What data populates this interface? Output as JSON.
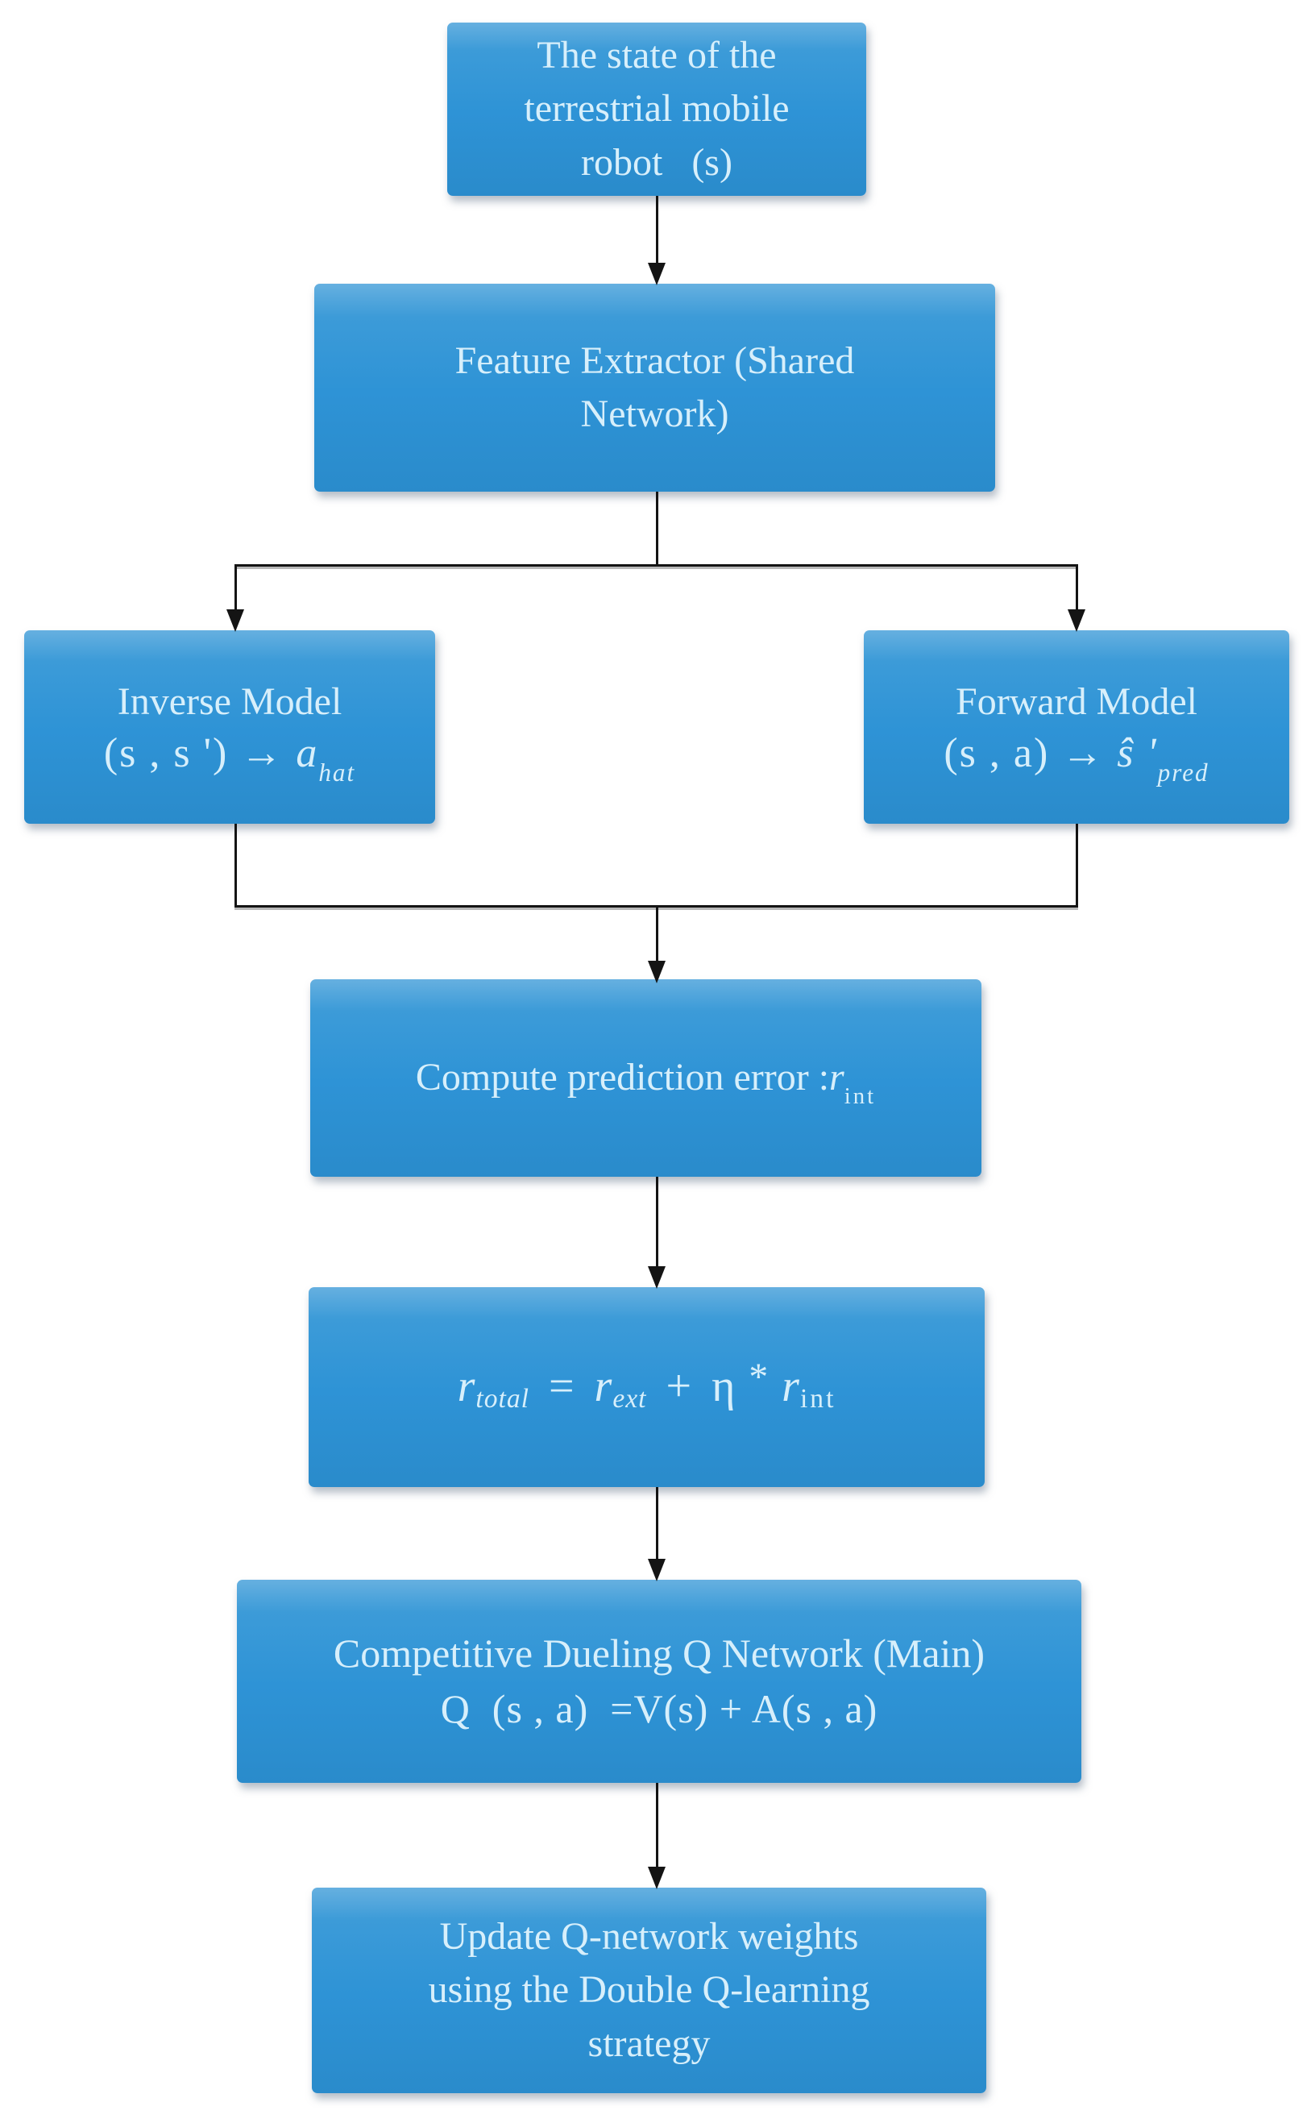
{
  "colors": {
    "box_blue": "#2e93d6",
    "box_blue_light": "#66b0e0",
    "box_blue_mid": "#3c9bd8",
    "box_blue_dark": "#2a8bcb",
    "box_text": "#d7effb",
    "line_color": "#141414",
    "page_bg": "#ffffff"
  },
  "flowchart": {
    "nodes": {
      "state": {
        "text": "The state of the\nterrestrial mobile\nrobot   (s)"
      },
      "feature_extractor": {
        "text": "Feature Extractor (Shared\nNetwork)"
      },
      "inverse_model": {
        "title": "Inverse Model",
        "formula_main": "(s , s ') →",
        "formula_var": " a",
        "formula_sub": "hat"
      },
      "forward_model": {
        "title": "Forward Model",
        "formula_main": "(s , a) →",
        "formula_var": " ŝ '",
        "formula_sub": "pred"
      },
      "prediction_error": {
        "text": "Compute prediction error :",
        "var": "r",
        "sub": "int"
      },
      "reward_formula": {
        "r1": "r",
        "sub1": "total",
        "eq": "=",
        "r2": "r",
        "sub2": "ext",
        "plus": "+",
        "eta": "η",
        "star": "*",
        "r3": "r",
        "sub3": "int"
      },
      "dueling_q": {
        "line1": "Competitive Dueling Q Network (Main)",
        "line2": "Q  (s , a)  =V(s) + A(s , a)"
      },
      "update_weights": {
        "text": "Update Q-network weights\nusing the Double Q-learning\nstrategy"
      }
    }
  }
}
